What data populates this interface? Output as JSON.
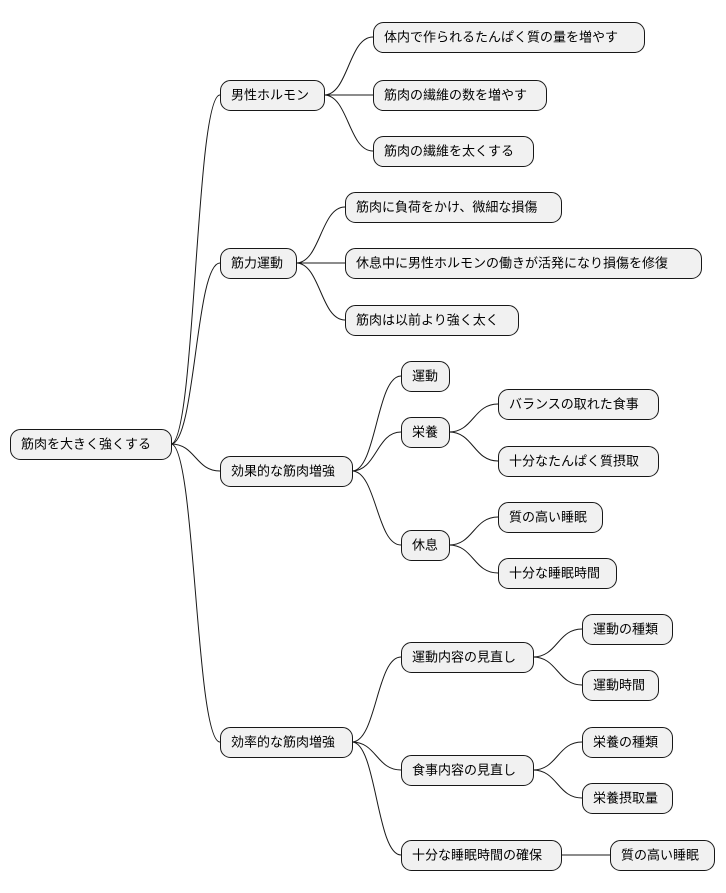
{
  "root": {
    "label": "筋肉を大きく強くする",
    "children": [
      {
        "label": "男性ホルモン",
        "children": [
          {
            "label": "体内で作られるたんぱく質の量を増やす",
            "children": []
          },
          {
            "label": "筋肉の繊維の数を増やす",
            "children": []
          },
          {
            "label": "筋肉の繊維を太くする",
            "children": []
          }
        ]
      },
      {
        "label": "筋力運動",
        "children": [
          {
            "label": "筋肉に負荷をかけ、微細な損傷",
            "children": []
          },
          {
            "label": "休息中に男性ホルモンの働きが活発になり損傷を修復",
            "children": []
          },
          {
            "label": "筋肉は以前より強く太く",
            "children": []
          }
        ]
      },
      {
        "label": "効果的な筋肉増強",
        "children": [
          {
            "label": "運動",
            "children": []
          },
          {
            "label": "栄養",
            "children": [
              {
                "label": "バランスの取れた食事",
                "children": []
              },
              {
                "label": "十分なたんぱく質摂取",
                "children": []
              }
            ]
          },
          {
            "label": "休息",
            "children": [
              {
                "label": "質の高い睡眠",
                "children": []
              },
              {
                "label": "十分な睡眠時間",
                "children": []
              }
            ]
          }
        ]
      },
      {
        "label": "効率的な筋肉増強",
        "children": [
          {
            "label": "運動内容の見直し",
            "children": [
              {
                "label": "運動の種類",
                "children": []
              },
              {
                "label": "運動時間",
                "children": []
              }
            ]
          },
          {
            "label": "食事内容の見直し",
            "children": [
              {
                "label": "栄養の種類",
                "children": []
              },
              {
                "label": "栄養摂取量",
                "children": []
              }
            ]
          },
          {
            "label": "十分な睡眠時間の確保",
            "children": [
              {
                "label": "質の高い睡眠",
                "children": []
              }
            ]
          }
        ]
      }
    ]
  }
}
